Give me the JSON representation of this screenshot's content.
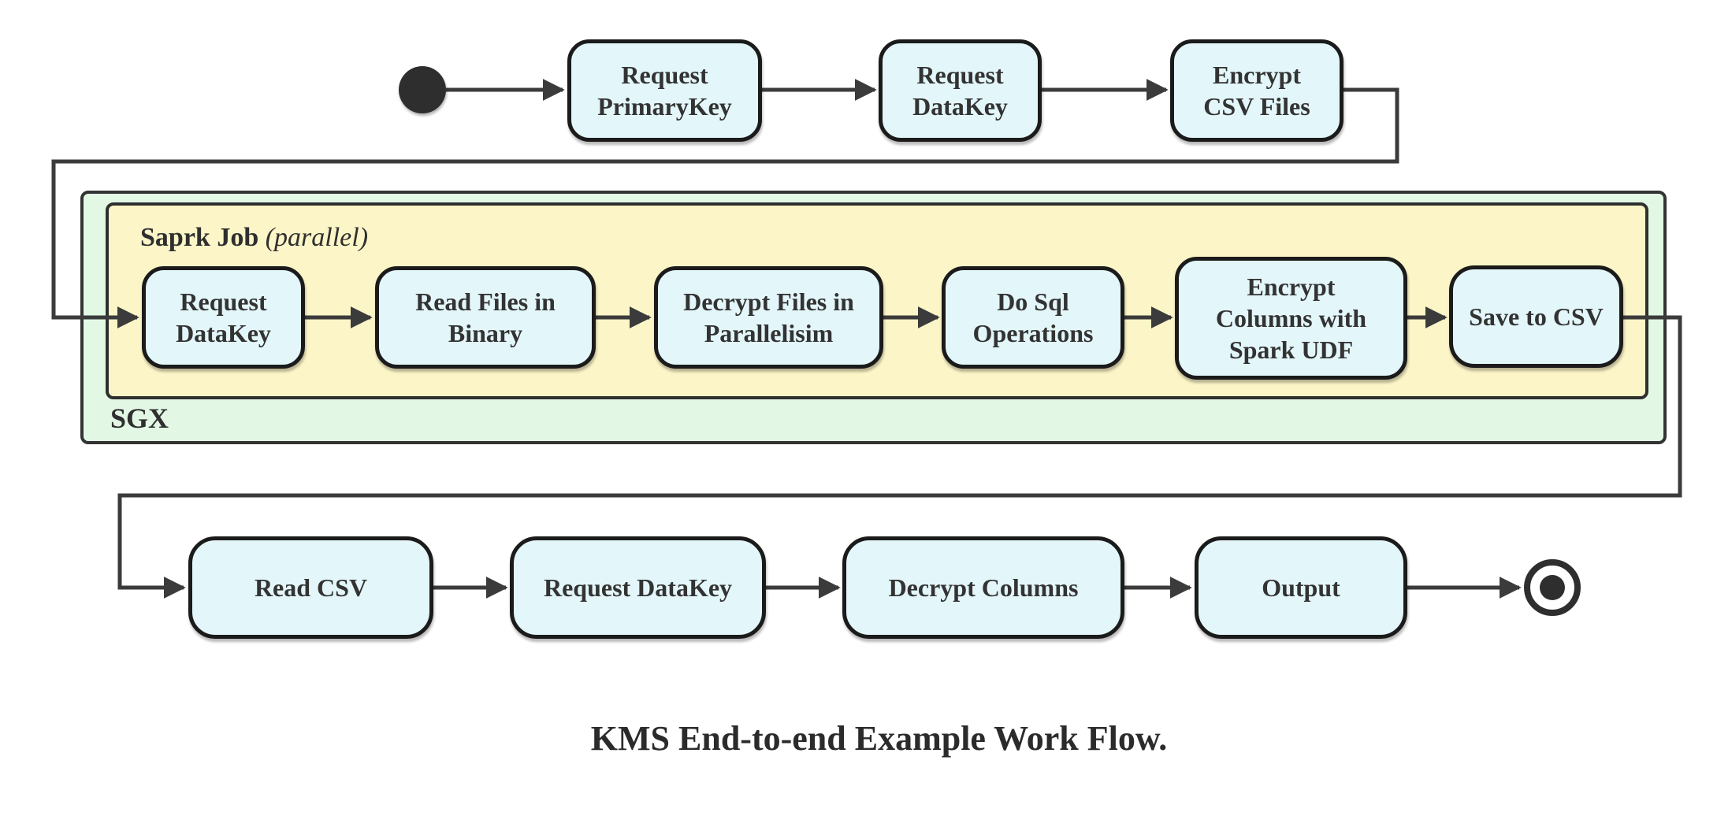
{
  "diagram": {
    "caption": "KMS End-to-end Example Work Flow.",
    "containers": {
      "sgx": {
        "label": "SGX"
      },
      "spark": {
        "label_bold": "Saprk Job",
        "label_italic": "(parallel)"
      }
    },
    "nodes": {
      "req_primarykey": {
        "label": "Request\nPrimaryKey"
      },
      "req_datakey_top": {
        "label": "Request\nDataKey"
      },
      "encrypt_csv": {
        "label": "Encrypt\nCSV Files"
      },
      "req_datakey_mid": {
        "label": "Request\nDataKey"
      },
      "read_files_binary": {
        "label": "Read Files in\nBinary"
      },
      "decrypt_files": {
        "label": "Decrypt Files in\nParallelisim"
      },
      "do_sql": {
        "label": "Do Sql\nOperations"
      },
      "encrypt_columns": {
        "label": "Encrypt\nColumns with\nSpark UDF"
      },
      "save_to_csv": {
        "label": "Save to CSV"
      },
      "read_csv": {
        "label": "Read CSV"
      },
      "req_datakey_bottom": {
        "label": "Request DataKey"
      },
      "decrypt_columns": {
        "label": "Decrypt Columns"
      },
      "output": {
        "label": "Output"
      }
    },
    "colors": {
      "node_fill": "#e3f6fa",
      "node_border": "#1b1b1b",
      "sgx_fill": "#e2f8e5",
      "spark_fill": "#fcf5c7",
      "edge": "#3b3b3b",
      "text": "#333333"
    }
  }
}
